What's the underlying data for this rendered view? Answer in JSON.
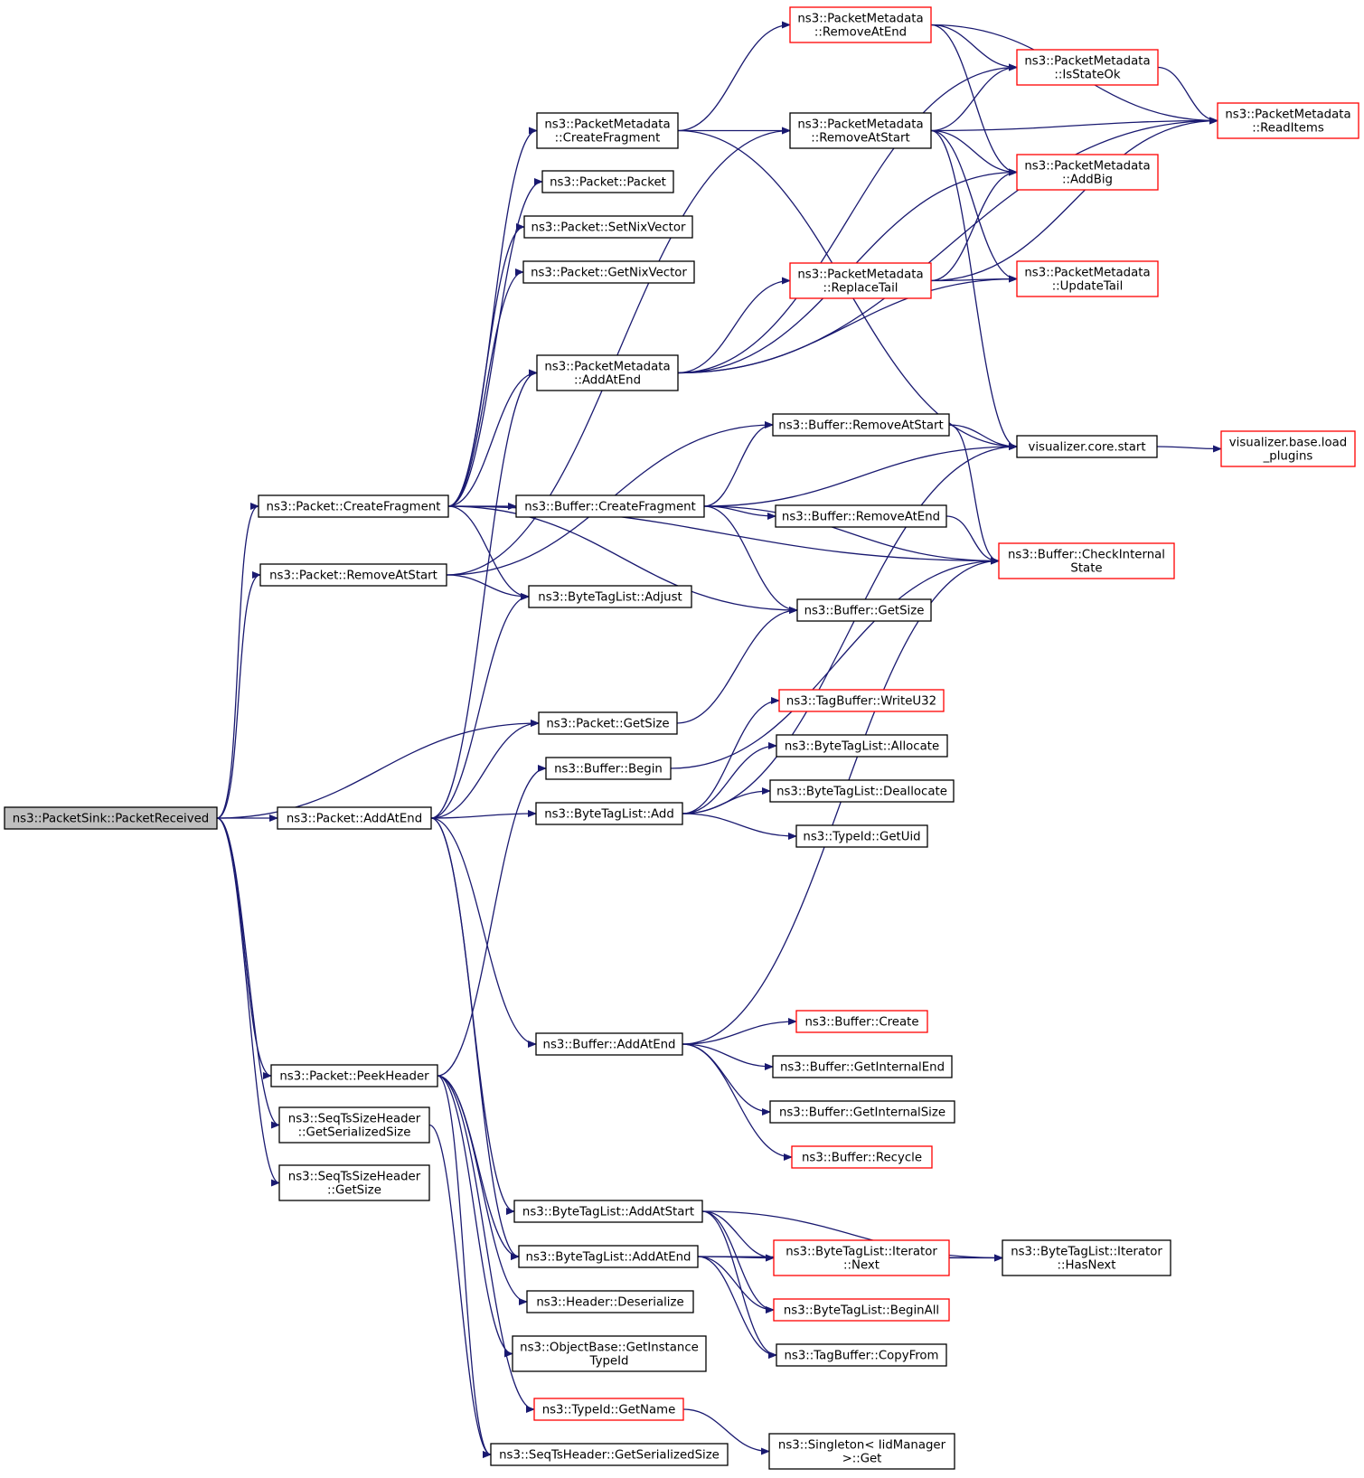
{
  "title": "",
  "colors": {
    "edge": "#191970",
    "black_border": "#000000",
    "red_border": "#ff0000",
    "root_fill": "#bfbfbf",
    "background": "#ffffff"
  },
  "nodes": {
    "n1": {
      "lines": [
        "ns3::PacketSink::PacketReceived"
      ],
      "border": "black",
      "root": true
    },
    "n2": {
      "lines": [
        "ns3::Packet::CreateFragment"
      ],
      "border": "black"
    },
    "n3": {
      "lines": [
        "ns3::Packet::RemoveAtStart"
      ],
      "border": "black"
    },
    "n4": {
      "lines": [
        "ns3::Packet::AddAtEnd"
      ],
      "border": "black"
    },
    "n5": {
      "lines": [
        "ns3::Packet::PeekHeader"
      ],
      "border": "black"
    },
    "n6": {
      "lines": [
        "ns3::SeqTsSizeHeader",
        "::GetSerializedSize"
      ],
      "border": "black"
    },
    "n7": {
      "lines": [
        "ns3::SeqTsSizeHeader",
        "::GetSize"
      ],
      "border": "black"
    },
    "n8": {
      "lines": [
        "ns3::PacketMetadata",
        "::CreateFragment"
      ],
      "border": "black"
    },
    "n9": {
      "lines": [
        "ns3::Packet::Packet"
      ],
      "border": "black"
    },
    "n10": {
      "lines": [
        "ns3::Packet::SetNixVector"
      ],
      "border": "black"
    },
    "n11": {
      "lines": [
        "ns3::Packet::GetNixVector"
      ],
      "border": "black"
    },
    "n12": {
      "lines": [
        "ns3::PacketMetadata",
        "::AddAtEnd"
      ],
      "border": "black"
    },
    "n13": {
      "lines": [
        "ns3::Buffer::CreateFragment"
      ],
      "border": "black"
    },
    "n14": {
      "lines": [
        "ns3::ByteTagList::Adjust"
      ],
      "border": "black"
    },
    "n15": {
      "lines": [
        "ns3::Packet::GetSize"
      ],
      "border": "black"
    },
    "n16": {
      "lines": [
        "ns3::Buffer::Begin"
      ],
      "border": "black"
    },
    "n17": {
      "lines": [
        "ns3::ByteTagList::Add"
      ],
      "border": "black"
    },
    "n18": {
      "lines": [
        "ns3::Buffer::AddAtEnd"
      ],
      "border": "black"
    },
    "n19": {
      "lines": [
        "ns3::ByteTagList::AddAtStart"
      ],
      "border": "black"
    },
    "n20": {
      "lines": [
        "ns3::ByteTagList::AddAtEnd"
      ],
      "border": "black"
    },
    "n21": {
      "lines": [
        "ns3::Header::Deserialize"
      ],
      "border": "black"
    },
    "n22": {
      "lines": [
        "ns3::ObjectBase::GetInstance",
        "TypeId"
      ],
      "border": "black"
    },
    "n23": {
      "lines": [
        "ns3::TypeId::GetName"
      ],
      "border": "red"
    },
    "n24": {
      "lines": [
        "ns3::SeqTsHeader::GetSerializedSize"
      ],
      "border": "black"
    },
    "n25": {
      "lines": [
        "ns3::PacketMetadata",
        "::RemoveAtEnd"
      ],
      "border": "red"
    },
    "n26": {
      "lines": [
        "ns3::PacketMetadata",
        "::RemoveAtStart"
      ],
      "border": "black"
    },
    "n27": {
      "lines": [
        "ns3::PacketMetadata",
        "::ReplaceTail"
      ],
      "border": "red"
    },
    "n28": {
      "lines": [
        "ns3::Buffer::RemoveAtStart"
      ],
      "border": "black"
    },
    "n29": {
      "lines": [
        "ns3::Buffer::RemoveAtEnd"
      ],
      "border": "black"
    },
    "n30": {
      "lines": [
        "ns3::Buffer::GetSize"
      ],
      "border": "black"
    },
    "n31": {
      "lines": [
        "ns3::TagBuffer::WriteU32"
      ],
      "border": "red"
    },
    "n32": {
      "lines": [
        "ns3::ByteTagList::Allocate"
      ],
      "border": "black"
    },
    "n33": {
      "lines": [
        "ns3::ByteTagList::Deallocate"
      ],
      "border": "black"
    },
    "n34": {
      "lines": [
        "ns3::TypeId::GetUid"
      ],
      "border": "black"
    },
    "n35": {
      "lines": [
        "ns3::Buffer::Create"
      ],
      "border": "red"
    },
    "n36": {
      "lines": [
        "ns3::Buffer::GetInternalEnd"
      ],
      "border": "black"
    },
    "n37": {
      "lines": [
        "ns3::Buffer::GetInternalSize"
      ],
      "border": "black"
    },
    "n38": {
      "lines": [
        "ns3::Buffer::Recycle"
      ],
      "border": "red"
    },
    "n39": {
      "lines": [
        "ns3::ByteTagList::Iterator",
        "::Next"
      ],
      "border": "red"
    },
    "n40": {
      "lines": [
        "ns3::ByteTagList::BeginAll"
      ],
      "border": "red"
    },
    "n41": {
      "lines": [
        "ns3::TagBuffer::CopyFrom"
      ],
      "border": "black"
    },
    "n42": {
      "lines": [
        "ns3::Singleton< IidManager",
        ">::Get"
      ],
      "border": "black"
    },
    "n43": {
      "lines": [
        "ns3::PacketMetadata",
        "::IsStateOk"
      ],
      "border": "red"
    },
    "n44": {
      "lines": [
        "ns3::PacketMetadata",
        "::AddBig"
      ],
      "border": "red"
    },
    "n45": {
      "lines": [
        "ns3::PacketMetadata",
        "::UpdateTail"
      ],
      "border": "red"
    },
    "n46": {
      "lines": [
        "visualizer.core.start"
      ],
      "border": "black"
    },
    "n47": {
      "lines": [
        "ns3::Buffer::CheckInternal",
        "State"
      ],
      "border": "red"
    },
    "n48": {
      "lines": [
        "ns3::ByteTagList::Iterator",
        "::HasNext"
      ],
      "border": "black"
    },
    "n49": {
      "lines": [
        "ns3::PacketMetadata",
        "::ReadItems"
      ],
      "border": "red"
    },
    "n50": {
      "lines": [
        "visualizer.base.load",
        "_plugins"
      ],
      "border": "red"
    }
  },
  "edges": [
    [
      "n1",
      "n2"
    ],
    [
      "n1",
      "n3"
    ],
    [
      "n1",
      "n4"
    ],
    [
      "n1",
      "n5"
    ],
    [
      "n1",
      "n6"
    ],
    [
      "n1",
      "n7"
    ],
    [
      "n1",
      "n15"
    ],
    [
      "n2",
      "n8"
    ],
    [
      "n2",
      "n9"
    ],
    [
      "n2",
      "n10"
    ],
    [
      "n2",
      "n11"
    ],
    [
      "n2",
      "n12"
    ],
    [
      "n2",
      "n13"
    ],
    [
      "n2",
      "n14"
    ],
    [
      "n2",
      "n30"
    ],
    [
      "n2",
      "n47"
    ],
    [
      "n3",
      "n14"
    ],
    [
      "n3",
      "n26"
    ],
    [
      "n3",
      "n28"
    ],
    [
      "n4",
      "n12"
    ],
    [
      "n4",
      "n14"
    ],
    [
      "n4",
      "n15"
    ],
    [
      "n4",
      "n17"
    ],
    [
      "n4",
      "n18"
    ],
    [
      "n4",
      "n19"
    ],
    [
      "n4",
      "n20"
    ],
    [
      "n5",
      "n16"
    ],
    [
      "n5",
      "n20"
    ],
    [
      "n5",
      "n21"
    ],
    [
      "n5",
      "n22"
    ],
    [
      "n5",
      "n23"
    ],
    [
      "n5",
      "n24"
    ],
    [
      "n6",
      "n24"
    ],
    [
      "n8",
      "n25"
    ],
    [
      "n8",
      "n26"
    ],
    [
      "n8",
      "n46"
    ],
    [
      "n12",
      "n43"
    ],
    [
      "n12",
      "n44"
    ],
    [
      "n12",
      "n27"
    ],
    [
      "n12",
      "n45"
    ],
    [
      "n12",
      "n49"
    ],
    [
      "n13",
      "n28"
    ],
    [
      "n13",
      "n29"
    ],
    [
      "n13",
      "n30"
    ],
    [
      "n13",
      "n46"
    ],
    [
      "n13",
      "n47"
    ],
    [
      "n15",
      "n30"
    ],
    [
      "n16",
      "n47"
    ],
    [
      "n17",
      "n31"
    ],
    [
      "n17",
      "n32"
    ],
    [
      "n17",
      "n33"
    ],
    [
      "n17",
      "n34"
    ],
    [
      "n17",
      "n46"
    ],
    [
      "n18",
      "n35"
    ],
    [
      "n18",
      "n36"
    ],
    [
      "n18",
      "n37"
    ],
    [
      "n18",
      "n38"
    ],
    [
      "n18",
      "n47"
    ],
    [
      "n19",
      "n39"
    ],
    [
      "n19",
      "n40"
    ],
    [
      "n19",
      "n41"
    ],
    [
      "n19",
      "n48"
    ],
    [
      "n20",
      "n39"
    ],
    [
      "n20",
      "n40"
    ],
    [
      "n20",
      "n41"
    ],
    [
      "n20",
      "n48"
    ],
    [
      "n23",
      "n42"
    ],
    [
      "n25",
      "n43"
    ],
    [
      "n25",
      "n44"
    ],
    [
      "n25",
      "n49"
    ],
    [
      "n26",
      "n43"
    ],
    [
      "n26",
      "n44"
    ],
    [
      "n26",
      "n45"
    ],
    [
      "n26",
      "n49"
    ],
    [
      "n26",
      "n46"
    ],
    [
      "n27",
      "n44"
    ],
    [
      "n27",
      "n45"
    ],
    [
      "n27",
      "n49"
    ],
    [
      "n28",
      "n46"
    ],
    [
      "n28",
      "n47"
    ],
    [
      "n29",
      "n47"
    ],
    [
      "n39",
      "n48"
    ],
    [
      "n43",
      "n49"
    ],
    [
      "n46",
      "n50"
    ]
  ]
}
